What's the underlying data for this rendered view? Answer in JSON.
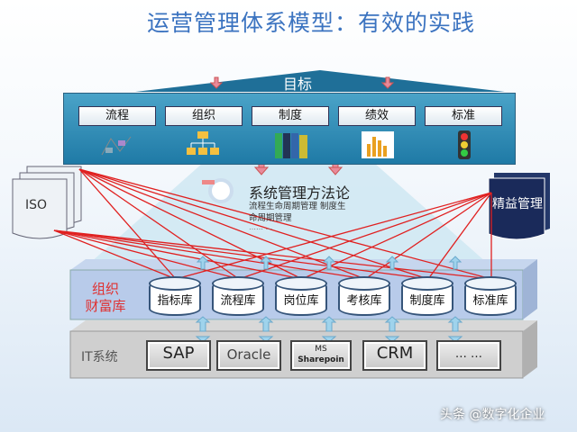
{
  "title": "运营管理体系模型：有效的实践",
  "goal": {
    "label": "目标",
    "items": [
      {
        "label": "流程",
        "icon": "flowchart-icon"
      },
      {
        "label": "组织",
        "icon": "org-chart-icon"
      },
      {
        "label": "制度",
        "icon": "binders-icon"
      },
      {
        "label": "绩效",
        "icon": "bar-chart-icon"
      },
      {
        "label": "标准",
        "icon": "traffic-light-icon"
      }
    ]
  },
  "methodology": {
    "title": "系统管理方法论",
    "line1": "流程生命周期管理 制度生",
    "line2": "命周期管理",
    "line3": "…… …"
  },
  "iso": {
    "label": "ISO"
  },
  "lean": {
    "label": "精益管理"
  },
  "library": {
    "label_line1": "组织",
    "label_line2": "财富库",
    "items": [
      "指标库",
      "流程库",
      "岗位库",
      "考核库",
      "制度库",
      "标准库"
    ]
  },
  "it": {
    "label": "IT系统",
    "items": [
      "SAP",
      "Oracle",
      "MS",
      "Sharepoin",
      "CRM",
      "… …"
    ]
  },
  "watermark": "头条 @数字化企业",
  "colors": {
    "title": "#3b73c0",
    "band": "#1f7aa6",
    "lines": "#e02020",
    "lean": "#1a2a5a",
    "library_label": "#e03030"
  }
}
